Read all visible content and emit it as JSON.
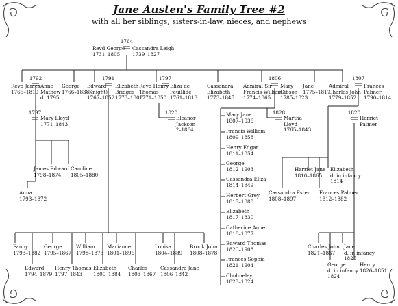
{
  "title": "Jane Austen's Family Tree #2",
  "subtitle": "with all her siblings, sisters-in-law, nieces, and nephews",
  "years": {
    "y1764": "1764",
    "y1792": "1792",
    "y1791": "1791",
    "y1797a": "1797",
    "y1806": "1806",
    "y1807": "1807",
    "y1797b": "1797",
    "y1820a": "1820",
    "y1828": "1828",
    "y1820b": "1820"
  },
  "people": {
    "george_sr": "Revd George\n1731–1805",
    "cassandra_leigh": "Cassandra Leigh\n1739–1827",
    "james": "Revd James\n1765–1819",
    "anne_mathew": "Anne\nMathew\nd. 1795",
    "george_jr": "George\n1766–1838",
    "edward": "Edward\n(Knight)\n1767–1852",
    "elizabeth_bridges": "Elizabeth\nBridges\n1773–1808",
    "henry": "Revd Henry\nThomas\n1771–1850",
    "eliza": "Eliza de\nFeuillide\n1761–1813",
    "cassandra": "Cassandra\nElizabeth\n1773–1845",
    "francis": "Admiral Sir\nFrancis William\n1774–1865",
    "mary_gibson": "Mary\nGibson\n1785–1823",
    "jane": "Jane\n1775–1817",
    "charles": "Admiral\nCharles John\n1779–1852",
    "frances_palmer": "Frances\nPalmer\n1790–1814",
    "mary_lloyd": "Mary Lloyd\n1771–1843",
    "eleanor_jackson": "Eleanor\nJackson\n?–1864",
    "martha_lloyd": "Martha\nLloyd\n1765–1843",
    "harriet_palmer": "Harriet\nPalmer",
    "james_edward": "James Edward\n1798–1874",
    "caroline": "Caroline\n1805–1880",
    "anna": "Anna\n1793–1872",
    "harriet_jane": "Harriet Jane\n1810–1865",
    "elizabeth_infancy": "Elizabeth\nd. in infancy\n1814",
    "cassandra_esten": "Cassandra Esten\n1808–1897",
    "frances_palmer_jr": "Frances Palmer\n1812–1882",
    "charles_john_jr": "Charles John\n1821–1867",
    "jane_infancy": "Jane\nd. in infancy\n1825",
    "george_infancy": "George\nd. in infancy\n1824",
    "henry_jr": "Henry\n1826–1851"
  },
  "francis_children": [
    "Mary Jane\n1807–1836",
    "Francis William\n1809–1858",
    "Henry Edgar\n1811–1854",
    "George\n1812–1903",
    "Cassandra Eliza\n1814–1849",
    "Herbert Grey\n1815–1888",
    "Elizabeth\n1817–1830",
    "Catherine Anne\n1818–1877",
    "Edward Thomas\n1820–1908",
    "Frances Sophia\n1821–1904",
    "Cholmeley\n1823–1824"
  ],
  "edward_children_top": [
    "Fanny\n1793–1882",
    "George\n1795–1867",
    "William\n1798–1873",
    "Marianne\n1801–1896",
    "Louisa\n1804–1889",
    "Brook John\n1808–1878"
  ],
  "edward_children_bottom": [
    "Edward\n1794–1879",
    "Henry Thomas\n1797–1843",
    "Elizabeth\n1800–1884",
    "Charles\n1803–1867",
    "Cassandra Jane\n1806–1842"
  ]
}
